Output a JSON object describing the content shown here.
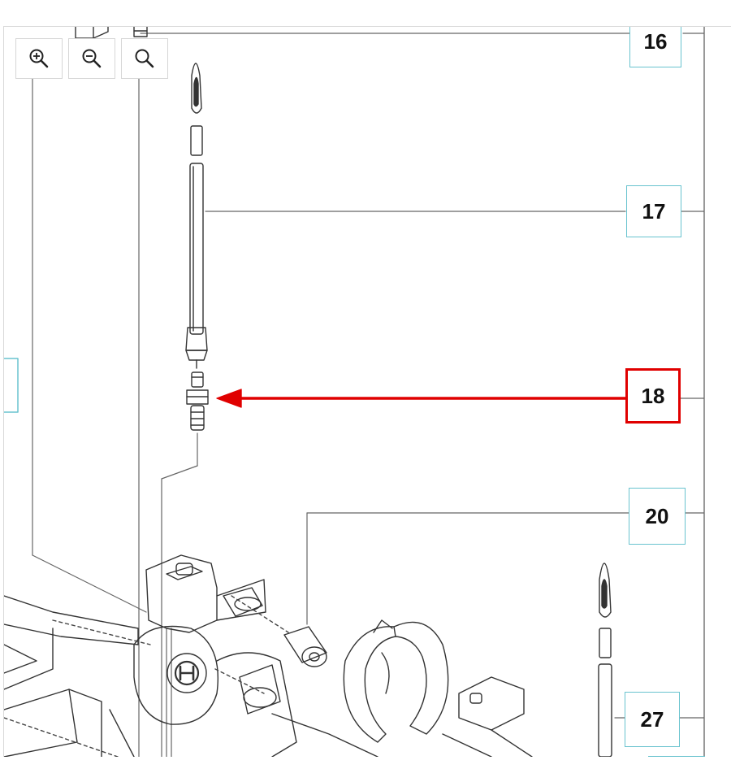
{
  "toolbar": {
    "zoom_in_icon": "zoom-in-icon",
    "zoom_out_icon": "zoom-out-icon",
    "zoom_reset_icon": "zoom-reset-icon"
  },
  "callouts": {
    "c16": "16",
    "c17": "17",
    "c18": "18",
    "c20": "20",
    "c27": "27"
  },
  "selected_callout": "18",
  "colors": {
    "callout_border": "#69c3cf",
    "highlight": "#e00000",
    "line": "#555555"
  }
}
